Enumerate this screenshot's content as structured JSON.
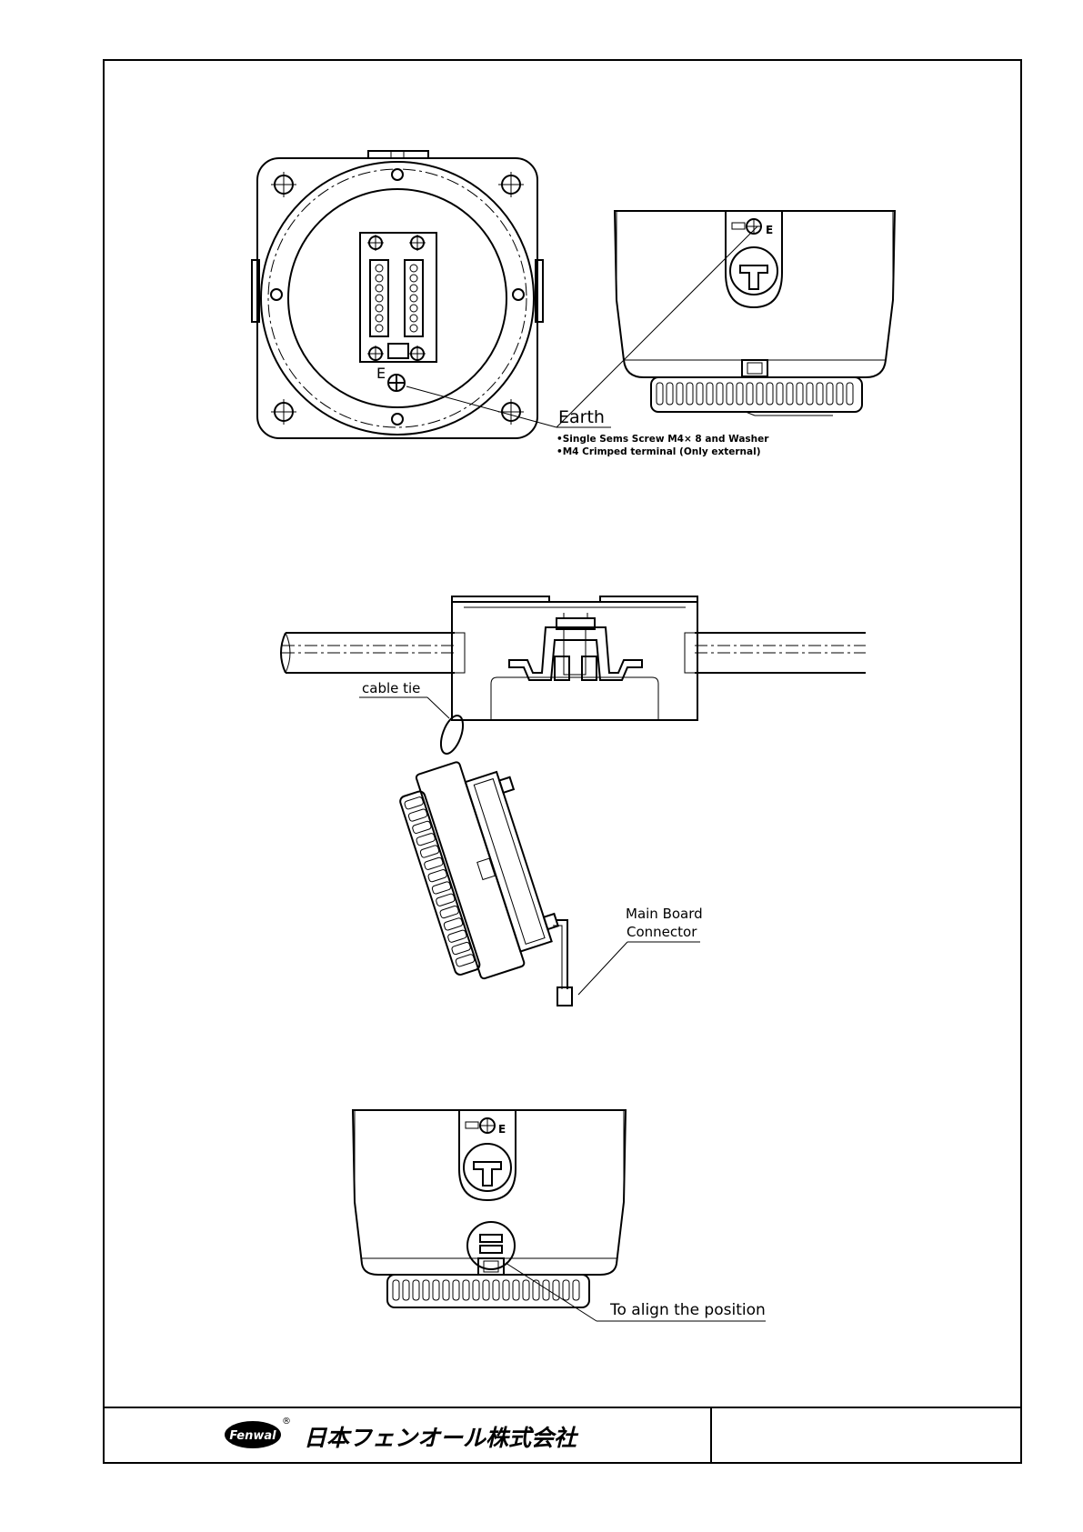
{
  "labels": {
    "earth_marker_front": "E",
    "earth_marker_side": "E",
    "earth_marker_bottom": "E",
    "earth_title": "Earth",
    "earth_note_1": "•Single Sems Screw M4× 8 and Washer",
    "earth_note_2": "•M4 Crimped terminal  (Only external)",
    "cable_tie": "cable tie",
    "main_board_line1": "Main Board",
    "main_board_line2": "Connector",
    "align_position": "To align the position"
  },
  "title_block": {
    "logo_text": "Fenwal",
    "registered_mark": "®",
    "company_name": "日本フェンオール株式会社"
  }
}
